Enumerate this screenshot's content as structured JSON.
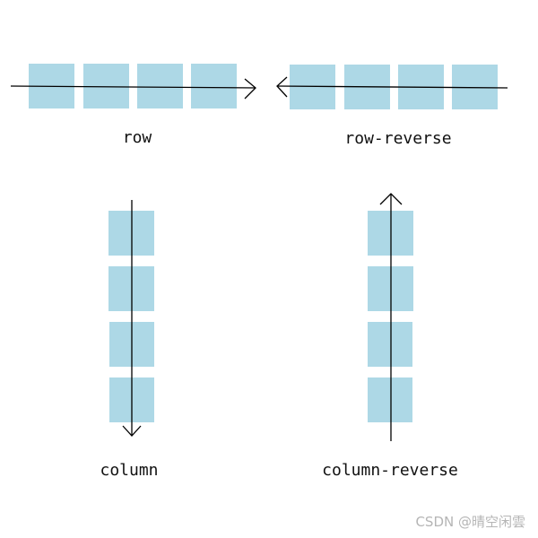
{
  "colors": {
    "box": "#ADD8E6",
    "axis": "#000000",
    "watermark": "#b5b5b5"
  },
  "diagrams": [
    {
      "label": "row",
      "direction": "row",
      "box_count": 4
    },
    {
      "label": "row-reverse",
      "direction": "row-reverse",
      "box_count": 4
    },
    {
      "label": "column",
      "direction": "column",
      "box_count": 4
    },
    {
      "label": "column-reverse",
      "direction": "column-reverse",
      "box_count": 4
    }
  ],
  "watermark": "CSDN @晴空闲雲"
}
